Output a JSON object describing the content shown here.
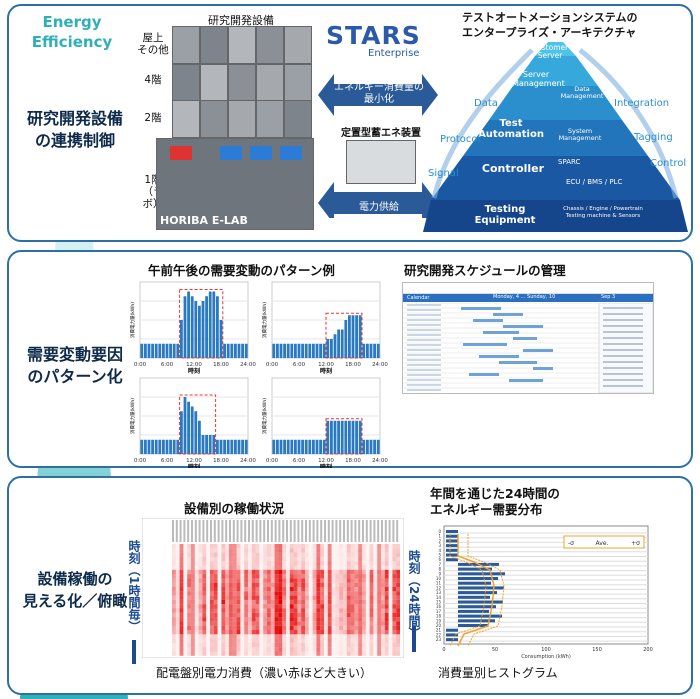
{
  "header": {
    "energy_efficiency": "Energy\nEfficiency"
  },
  "colors": {
    "panel_border": "#2f6fa8",
    "teal": "#2fb0b8",
    "navy": "#0d2a4a",
    "heat_red": "#e60000",
    "orange": "#f0a030"
  },
  "row1": {
    "label": "研究開発設備\nの連携制御",
    "facility_title": "研究開発設備",
    "floors": [
      "屋上\nその他",
      "4階",
      "2階",
      "1階\n（ラボ）"
    ],
    "horiba": "HORIBA E-LAB",
    "stars_logo": "STARS",
    "stars_sub": "Enterprise",
    "energy_min": "エネルギー消費量の\n最小化",
    "storage": "定置型蓄エネ装置",
    "power_supply": "電力供給",
    "arch_title": "テストオートメーションシステムの\nエンタープライズ・アーキテクチャ",
    "pyramid": {
      "customer": "Customer\nServer",
      "server_mgmt": "Server\nManagement",
      "data_mgmt": "Data\nManagement",
      "test_auto": "Test\nAutomation",
      "system_mgmt": "System\nManagement",
      "controller": "Controller",
      "sparc": "SPARC",
      "ecu": "ECU / BMS / PLC",
      "testing": "Testing\nEquipment",
      "chassis": "Chassis / Engine / Powertrain\nTesting machine & Sensors"
    },
    "side_labels": {
      "data": "Data",
      "protocol": "Protocol",
      "signal": "Signal",
      "integration": "Integration",
      "tagging": "Tagging",
      "control": "Control"
    }
  },
  "row2": {
    "label": "需要変動要因\nのパターン化",
    "pattern_title": "午前午後の需要変動のパターン例",
    "schedule_title": "研究開発スケジュールの管理",
    "x_ticks": [
      "0:00",
      "6:00",
      "12:00",
      "18:00",
      "24:00"
    ],
    "x_label": "時刻",
    "y_label": "消費電力量(kWh)",
    "schedule_tab": "Calendar",
    "schedule_dates": [
      "Monday, 4 ... Sunday, 10",
      "Sep 3"
    ],
    "patterns": [
      [
        3,
        3,
        3,
        3,
        3,
        3,
        3,
        3,
        3,
        3,
        3,
        8,
        13,
        14,
        13,
        12,
        11,
        12,
        13,
        14,
        14,
        13,
        8,
        3,
        3,
        3,
        3,
        3,
        3,
        3
      ],
      [
        3,
        3,
        3,
        3,
        3,
        3,
        3,
        3,
        3,
        3,
        3,
        3,
        3,
        3,
        3,
        4,
        4,
        5,
        6,
        6,
        8,
        9,
        9,
        9,
        9,
        3,
        3,
        3,
        3,
        3
      ],
      [
        3,
        3,
        3,
        3,
        3,
        3,
        3,
        3,
        3,
        3,
        3,
        9,
        12,
        11,
        10,
        9,
        7,
        4,
        4,
        4,
        4,
        3,
        3,
        3,
        3,
        3,
        3,
        3,
        3,
        3
      ],
      [
        3,
        3,
        3,
        3,
        3,
        3,
        3,
        3,
        3,
        3,
        3,
        3,
        3,
        3,
        3,
        7,
        7,
        7,
        7,
        7,
        7,
        7,
        7,
        7,
        7,
        3,
        3,
        3,
        3,
        3
      ]
    ]
  },
  "row3": {
    "label": "設備稼働の\n見える化／俯瞰",
    "operation_title": "設備別の稼働状況",
    "heatmap_y": "時刻（1時間毎）",
    "heatmap_caption": "配電盤別電力消費（濃い赤ほど大きい）",
    "hist_title": "年間を通じた24時間の\nエネルギー需要分布",
    "hist_y": "時刻（24時間）",
    "hist_caption": "消費量別ヒストグラム",
    "hist_x_label": "Consumption (kWh)",
    "hist_x_ticks": [
      "0",
      "50",
      "100",
      "150",
      "200"
    ],
    "legend": {
      "minus": "-σ",
      "ave": "Ave.",
      "plus": "+σ"
    }
  }
}
